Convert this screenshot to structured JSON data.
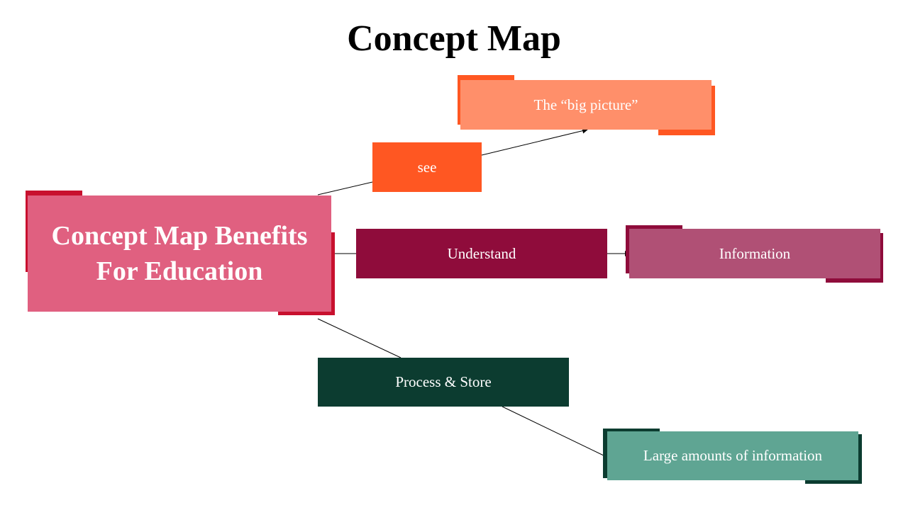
{
  "title": "Concept Map",
  "nodes": {
    "main": {
      "line1": "Concept Map Benefits",
      "line2": "For Education",
      "color": "#e06080",
      "accent": "#c8102e"
    },
    "see": {
      "label": "see",
      "color": "#ff5722"
    },
    "big_picture": {
      "label": "The “big picture”",
      "color": "#ff8f6a",
      "accent": "#ff5722"
    },
    "understand": {
      "label": "Understand",
      "color": "#8f0c3b"
    },
    "information": {
      "label": "Information",
      "color": "#b05075",
      "accent": "#8f0c3b"
    },
    "process_store": {
      "label": "Process & Store",
      "color": "#0c3c30"
    },
    "large_amounts": {
      "label": "Large amounts of information",
      "color": "#5fa593",
      "accent": "#0c3c30"
    }
  }
}
